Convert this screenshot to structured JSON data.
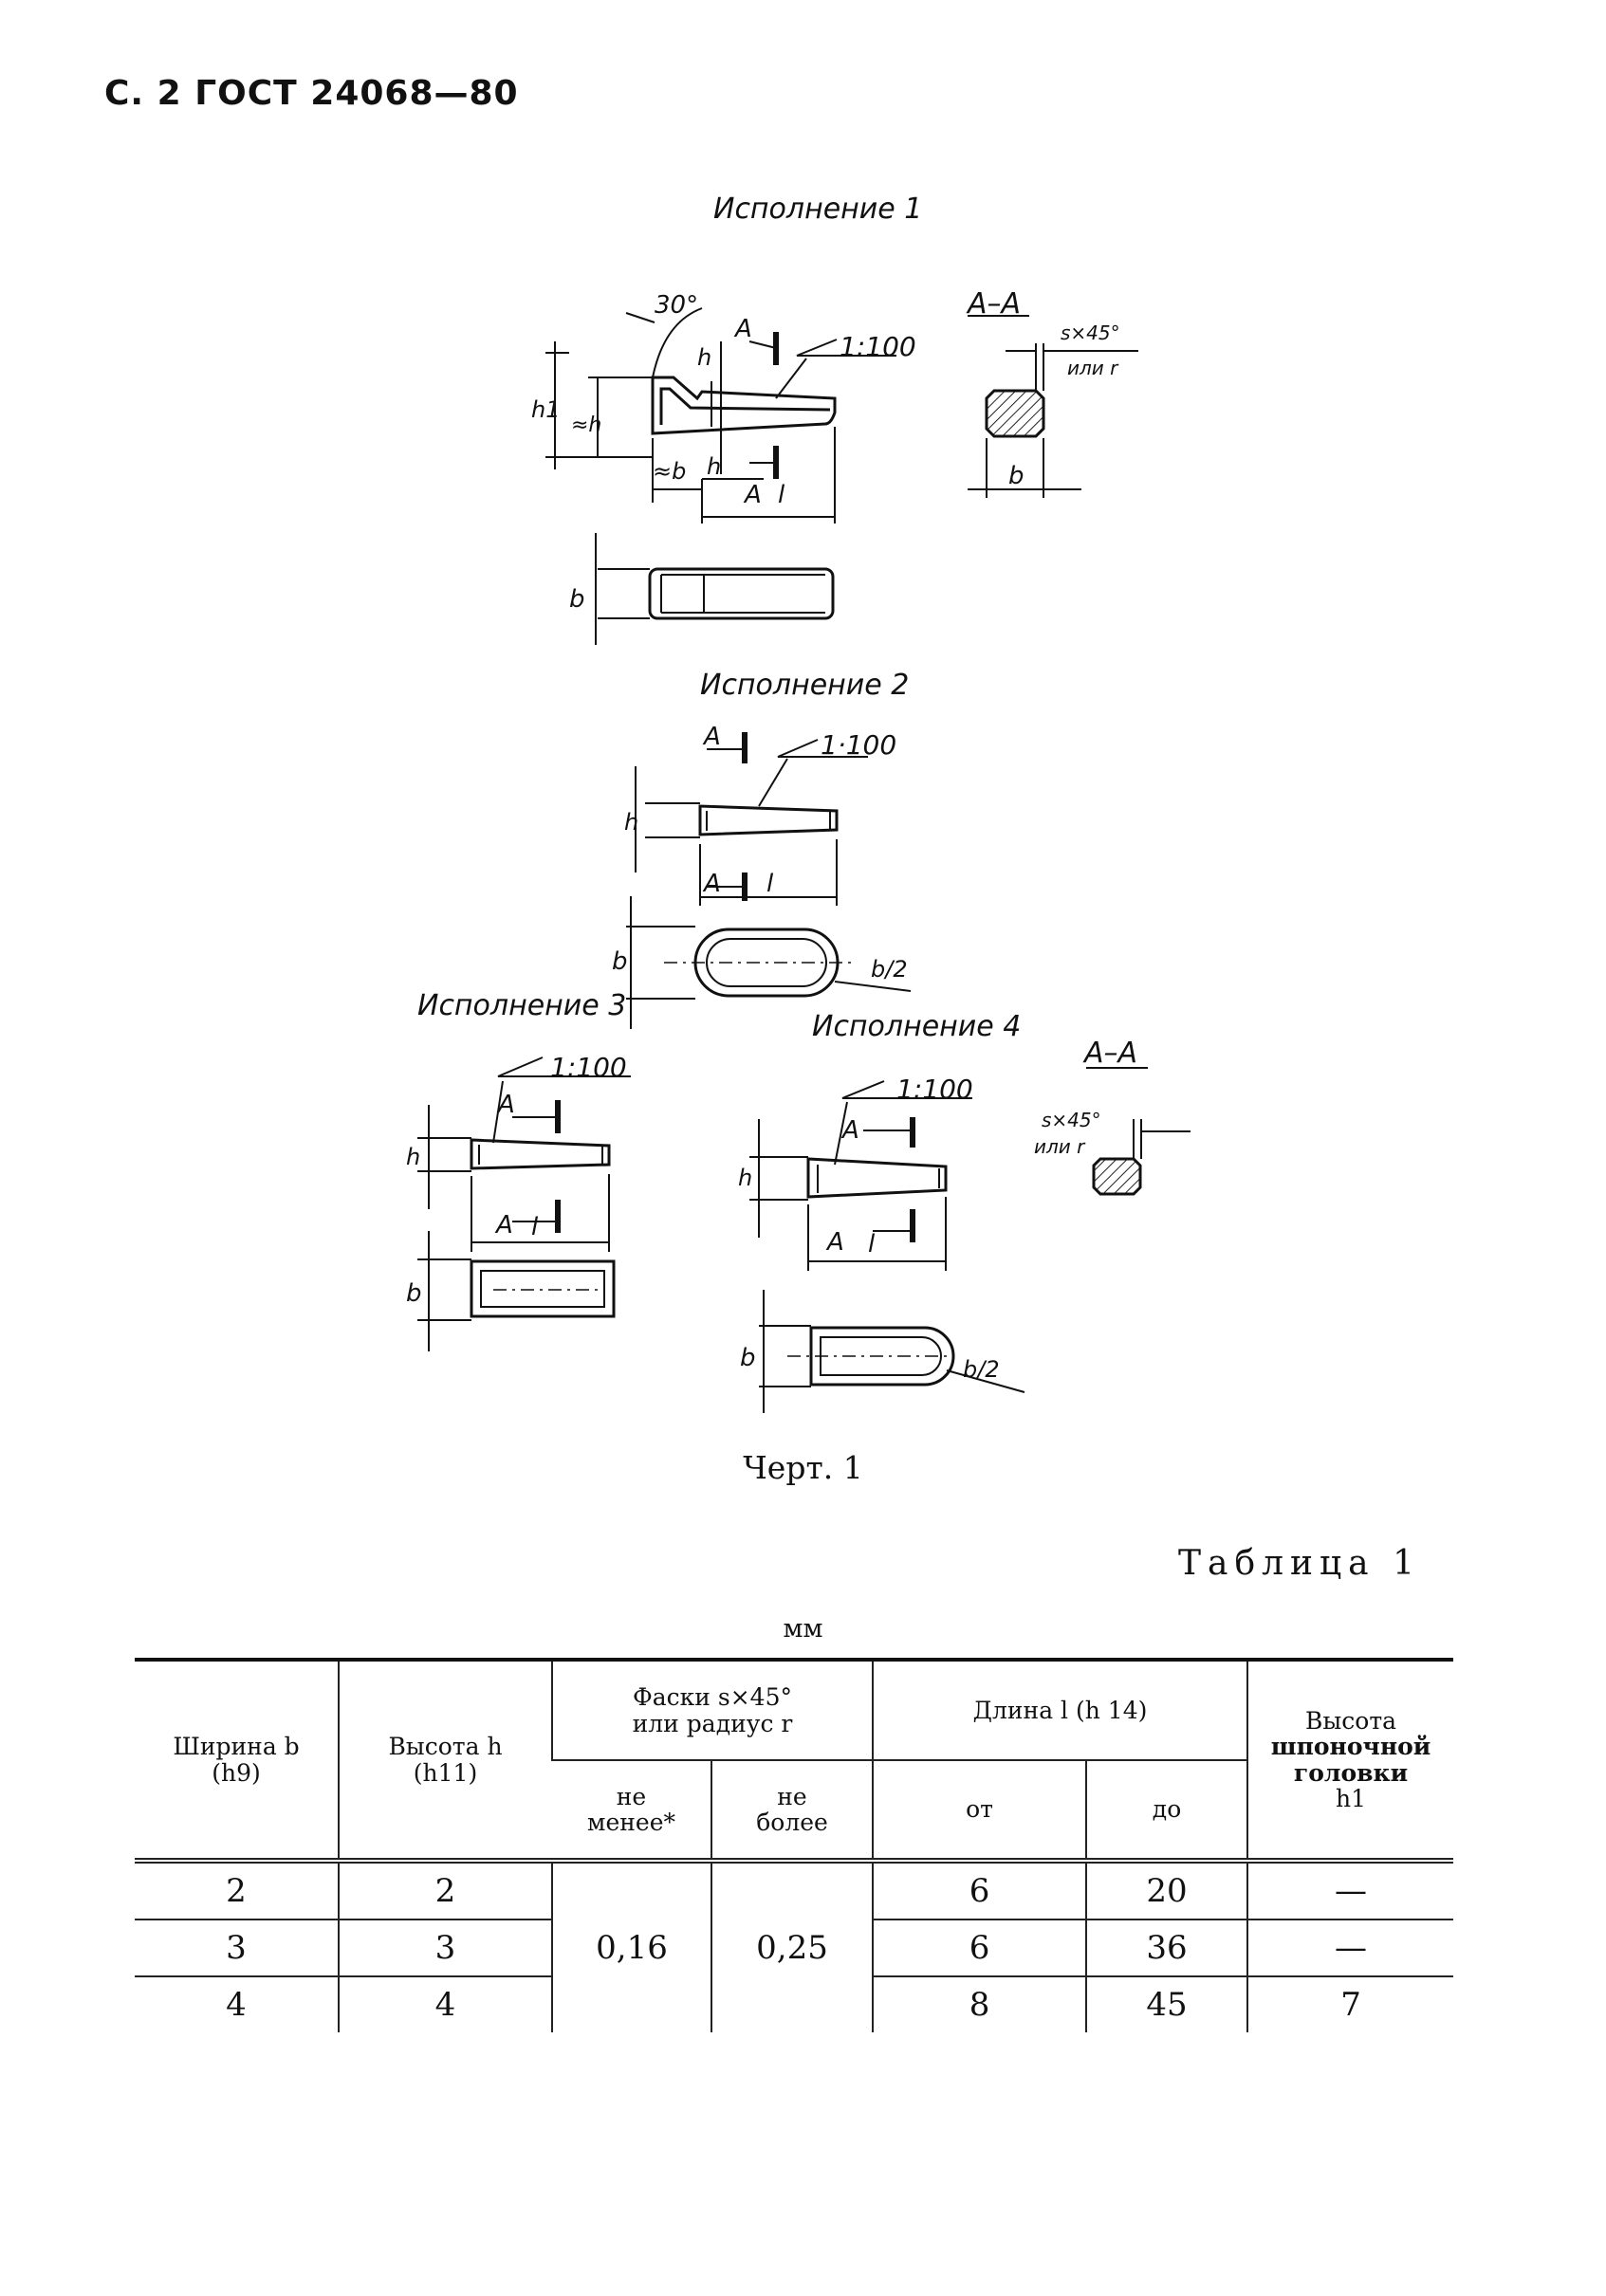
{
  "header": {
    "page_ref": "С. 2 ГОСТ 24068—80"
  },
  "drawing": {
    "variant1_label": "Исполнение 1",
    "variant2_label": "Исполнение 2",
    "variant3_label": "Исполнение 3",
    "variant4_label": "Исполнение 4",
    "section_label": "А–А",
    "taper": "1:100",
    "taper_v2": "1·100",
    "angle": "30°",
    "chamfer": "s×45°",
    "or_r": "или r",
    "half_b": "b/2",
    "dim_h": "h",
    "dim_h1": "h1",
    "dim_approx_h": "≈h",
    "dim_approx_b": "≈b",
    "dim_b": "b",
    "dim_l": "l",
    "dim_A": "А"
  },
  "caption": "Черт. 1",
  "table": {
    "title": "Таблица 1",
    "units": "мм",
    "headers": {
      "width": "Ширина b",
      "width_tol": "(h9)",
      "height": "Высота h",
      "height_tol": "(h11)",
      "chamfer": "Фаски s×45°",
      "chamfer2": "или радиус r",
      "min": "не",
      "min2": "менее*",
      "max": "не",
      "max2": "более",
      "length": "Длина l (h 14)",
      "from": "от",
      "to": "до",
      "head": "Высота",
      "head2": "шпоночной",
      "head3": "головки",
      "head4": "h1"
    },
    "chamfer_min": "0,16",
    "chamfer_max": "0,25",
    "rows": [
      {
        "b": "2",
        "h": "2",
        "from": "6",
        "to": "20",
        "h1": "—"
      },
      {
        "b": "3",
        "h": "3",
        "from": "6",
        "to": "36",
        "h1": "—"
      },
      {
        "b": "4",
        "h": "4",
        "from": "8",
        "to": "45",
        "h1": "7"
      }
    ]
  }
}
